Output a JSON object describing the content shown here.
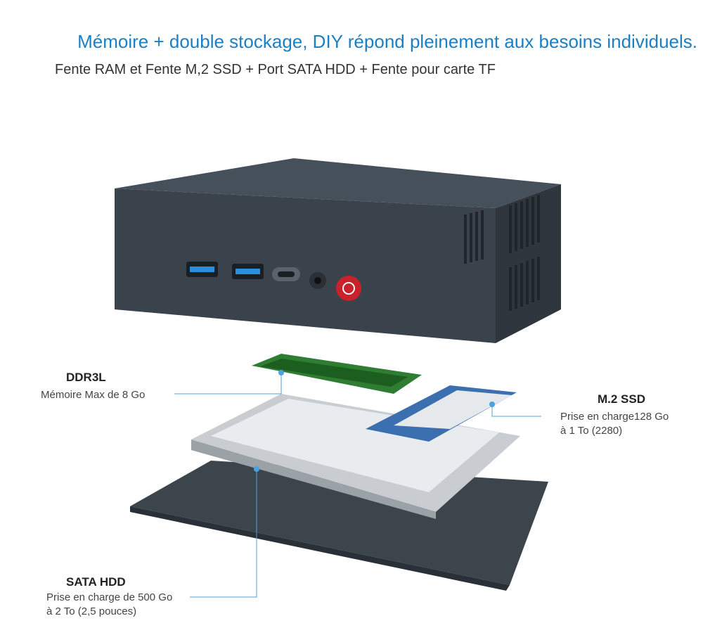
{
  "header": {
    "title": "Mémoire + double stockage, DIY répond pleinement aux besoins individuels.",
    "subtitle": "Fente RAM et Fente M,2 SSD + Port SATA HDD + Fente pour carte TF"
  },
  "callouts": {
    "ddr3l": {
      "title": "DDR3L",
      "desc": "Mémoire Max de 8 Go"
    },
    "m2": {
      "title": "M.2 SSD",
      "line1": "Prise en charge128 Go",
      "line2": "à 1 To (2280)"
    },
    "sata": {
      "title": "SATA HDD",
      "line1": "Prise en charge de 500 Go",
      "line2": "à 2 To (2,5 pouces)"
    }
  },
  "colors": {
    "accent": "#1a7fc4",
    "device": "#3a424b",
    "power_button": "#c8222a",
    "leader_lines": "#4aa3dc"
  }
}
